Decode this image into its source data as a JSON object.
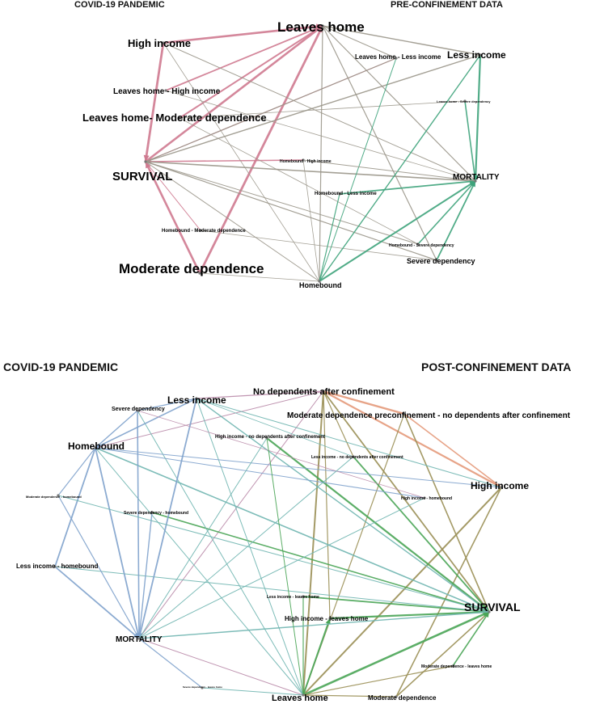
{
  "colors": {
    "pink": "#cf7a90",
    "gray": "#9a968a",
    "green": "#3ea37b",
    "olive": "#9a8f55",
    "blue": "#7fa2cc",
    "salmon": "#e49a7b",
    "mauve": "#b98aa8",
    "bgreen": "#4aa556",
    "teal": "#6fb5b0"
  },
  "top": {
    "header_left": "COVID-19 PANDEMIC",
    "header_right": "PRE-CONFINEMENT DATA",
    "nodes": {
      "leaves_home": "Leaves home",
      "high_income": "High income",
      "leaves_home_less_income": "Leaves home - Less income",
      "less_income": "Less income",
      "leaves_home_high_income": "Leaves home - High income",
      "leaves_home_severe": "Leaves home - Severe dependency",
      "leaves_home_moderate": "Leaves home- Moderate dependence",
      "homebound_high_income": "Homebound - High income",
      "survival": "SURVIVAL",
      "mortality": "MORTALITY",
      "homebound_less_income": "Homebound - Less income",
      "homebound_moderate": "Homebound - Moderate dependence",
      "homebound_severe": "Homebound - Severe dependency",
      "severe_dependency": "Severe dependency",
      "moderate_dependence": "Moderate dependence",
      "homebound": "Homebound"
    }
  },
  "bottom": {
    "header_left": "COVID-19 PANDEMIC",
    "header_right": "POST-CONFINEMENT DATA",
    "nodes": {
      "no_dependents": "No dependents after confinement",
      "less_income": "Less income",
      "severe_dependency": "Severe dependency",
      "moderate_pre_no_dep": "Moderate dependence preconfinement - no dependents after confinement",
      "homebound": "Homebound",
      "high_income_no_dep": "High income - no dependents after confinement",
      "less_income_no_dep": "Less income - no dependents after confinement",
      "moderate_homebound": "Moderate dependence - homebound",
      "high_income": "High income",
      "high_income_homebound": "High income - homebound",
      "severe_homebound": "Severe dependency - homebound",
      "less_income_homebound": "Less income - homebound",
      "less_income_leaves_home": "Less income - leaves home",
      "survival": "SURVIVAL",
      "high_income_leaves_home": "High income - leaves home",
      "mortality": "MORTALITY",
      "moderate_leaves_home": "Moderate dependence - leaves home",
      "severe_leaves_home": "Severe dependency - leaves home",
      "leaves_home": "Leaves home",
      "moderate_dependence": "Moderate dependence"
    }
  }
}
